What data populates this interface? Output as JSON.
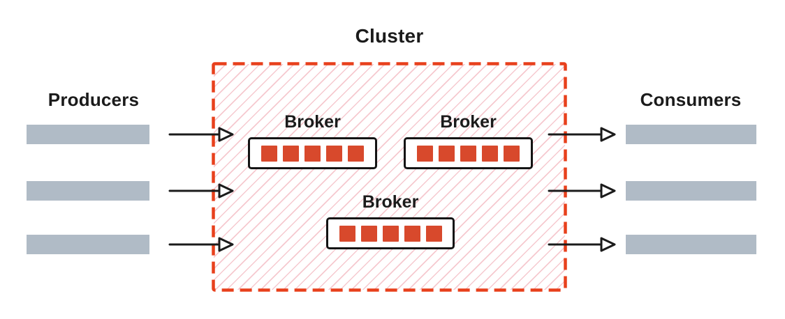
{
  "palette": {
    "text": "#1b1b1b",
    "bar_fill": "#b0bbc6",
    "accent_red": "#d8492c",
    "cluster_border": "#e8401c",
    "hatch_pink": "#f6c9cf",
    "box_border": "#141414",
    "background": "#ffffff"
  },
  "diagram": {
    "title": "Cluster",
    "producers": {
      "label": "Producers",
      "count": 3
    },
    "consumers": {
      "label": "Consumers",
      "count": 3
    },
    "cluster": {
      "brokers": [
        {
          "label": "Broker",
          "partitions": 5
        },
        {
          "label": "Broker",
          "partitions": 5
        },
        {
          "label": "Broker",
          "partitions": 5
        }
      ]
    },
    "arrows": {
      "inbound": 3,
      "outbound": 3
    }
  }
}
